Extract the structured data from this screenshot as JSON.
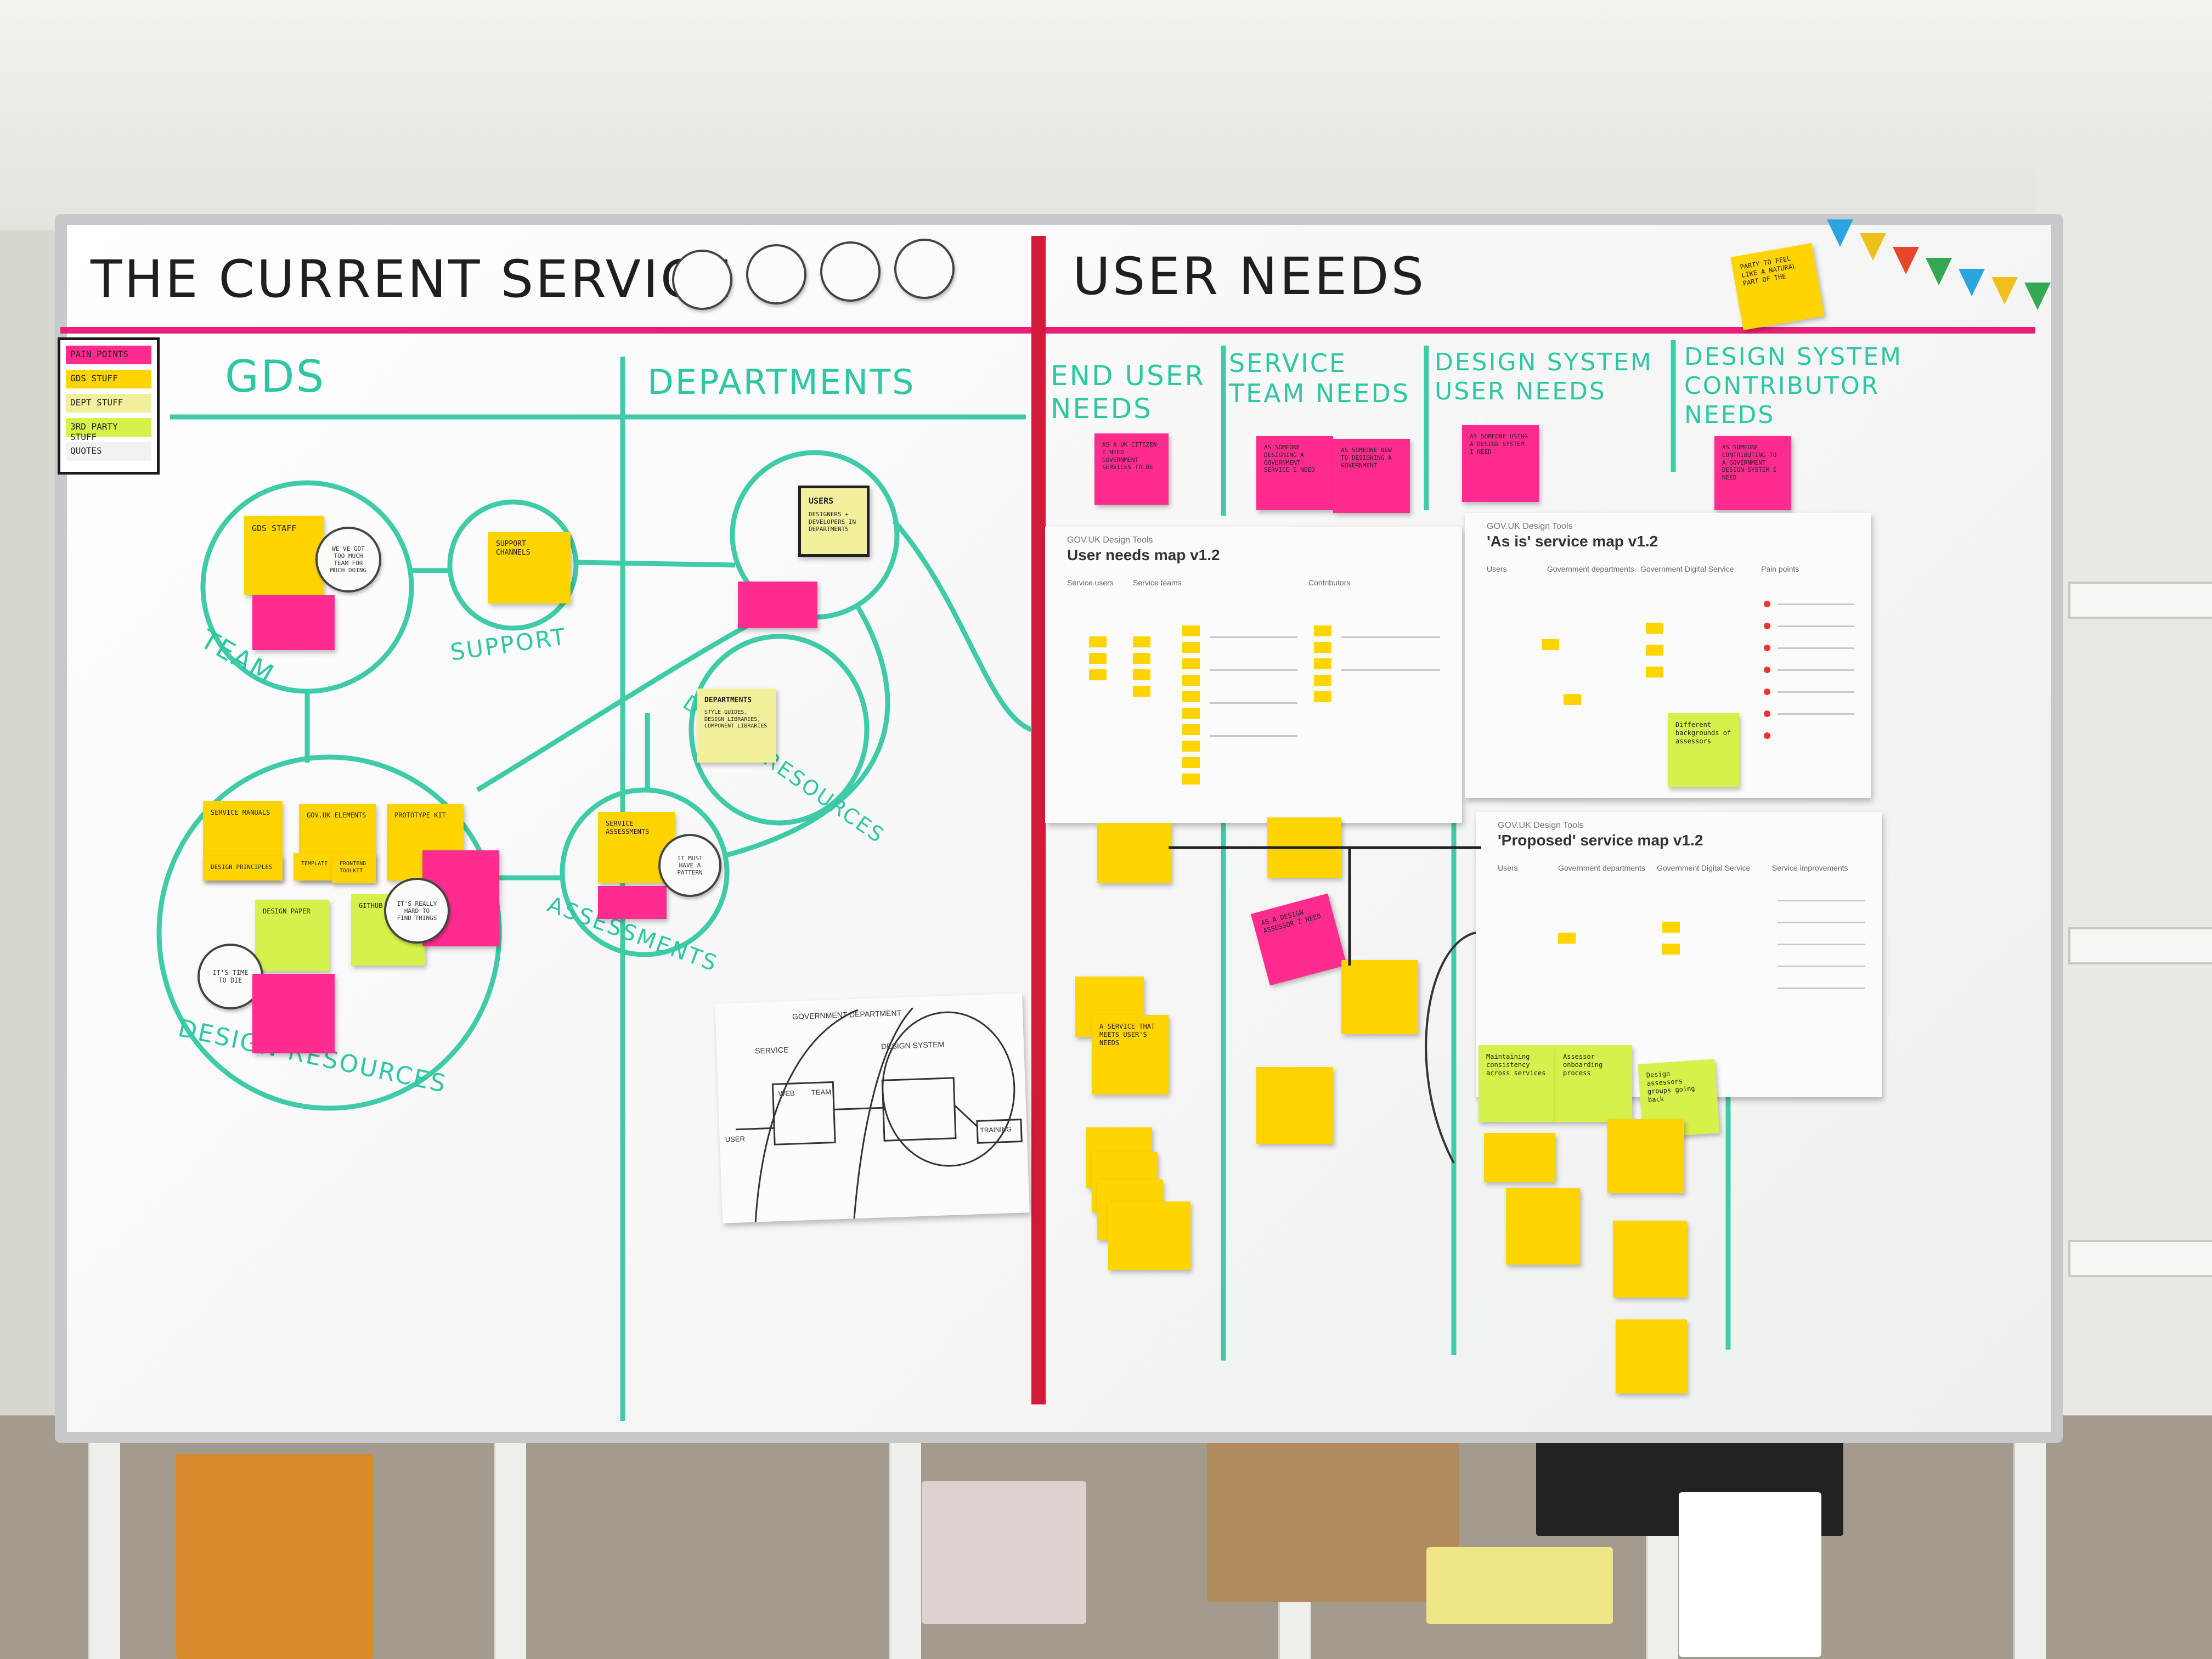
{
  "titles": {
    "current_service": "THE CURRENT SERVICE",
    "user_needs": "USER NEEDS"
  },
  "areas": {
    "gds": "GDS",
    "departments": "DEPARTMENTS"
  },
  "user_need_columns": [
    "END USER NEEDS",
    "SERVICE TEAM NEEDS",
    "DESIGN SYSTEM USER NEEDS",
    "DESIGN SYSTEM CONTRIBUTOR NEEDS"
  ],
  "legend": [
    "PAIN POINTS",
    "GDS STUFF",
    "DEPT STUFF",
    "3RD PARTY STUFF",
    "QUOTES"
  ],
  "map_labels": {
    "team": "TEAM",
    "support": "SUPPORT",
    "design_resources_dept": "DESIGN RESOURCES",
    "assessments": "ASSESSMENTS",
    "design_resources_gds": "DESIGN RESOURCES"
  },
  "notes": {
    "gds_staff": "GDS STAFF",
    "support_channels": "SUPPORT CHANNELS",
    "users": "USERS",
    "users_body": "DESIGNERS + DEVELOPERS IN DEPARTMENTS",
    "departments": "DEPARTMENTS",
    "departments_body": "STYLE GUIDES, DESIGN LIBRARIES, COMPONENT LIBRARIES",
    "service_assessments": "SERVICE ASSESSMENTS",
    "service_manuals": "SERVICE MANUALS",
    "gov_uk_elements": "GOV.UK ELEMENTS",
    "prototype_kit": "PROTOTYPE KIT",
    "design_principles": "DESIGN PRINCIPLES",
    "template": "TEMPLATE",
    "frontend_toolkit": "FRONTEND TOOLKIT",
    "design_paper": "DESIGN PAPER",
    "github": "GITHUB",
    "end_user_need": "AS A UK CITIZEN I NEED GOVERNMENT SERVICES TO BE",
    "service_team_need": "AS SOMEONE DESIGNING A GOVERNMENT SERVICE I NEED",
    "service_team_need2": "AS SOMEONE NEW TO DESIGNING A GOVERNMENT",
    "ds_user_need": "AS SOMEONE USING A DESIGN SYSTEM I NEED",
    "ds_contrib_need": "AS SOMEONE CONTRIBUTING TO A GOVERNMENT DESIGN SYSTEM I NEED",
    "red_post_it": "PARTY TO FEEL LIKE A NATURAL PART OF THE",
    "as_a_design_assessor": "AS A DESIGN ASSESSOR I NEED",
    "service_that_meets": "A SERVICE THAT MEETS USER'S NEEDS",
    "maintaining": "Maintaining consistency across services",
    "assessor": "Assessor onboarding process",
    "design_assessors": "Design assessors groups going back",
    "different_backgrounds": "Different backgrounds of assessors"
  },
  "bubbles": [
    "WE'VE GOT TOO MUCH TEAM FOR MUCH DOING",
    "IT'S TIME TO DIE",
    "IT MUST HAVE A PATTERN",
    "IT'S REALLY HARD TO FIND THINGS"
  ],
  "papers": {
    "user_needs_map": {
      "small": "GOV.UK Design Tools",
      "title": "User needs map v1.2",
      "cols": [
        "Service users",
        "Service teams",
        "Contributors"
      ]
    },
    "as_is_map": {
      "small": "GOV.UK Design Tools",
      "title": "'As is' service map v1.2",
      "cols": [
        "Users",
        "Government departments",
        "Government Digital Service",
        "Pain points"
      ]
    },
    "proposed_map": {
      "small": "GOV.UK Design Tools",
      "title": "'Proposed' service map v1.2",
      "cols": [
        "Users",
        "Government departments",
        "Government Digital Service",
        "Service improvements"
      ]
    }
  },
  "sketch": {
    "labels": [
      "GOVERNMENT DEPARTMENT",
      "SERVICE",
      "DESIGN SYSTEM",
      "WEB",
      "TEAM",
      "USER",
      "TRAINING"
    ]
  },
  "colors": {
    "pink": "#ea1e78",
    "yellow": "#ffd400",
    "teal": "#2dc7a3",
    "lime": "#d5f24a",
    "red_divider": "#d31a3b"
  }
}
